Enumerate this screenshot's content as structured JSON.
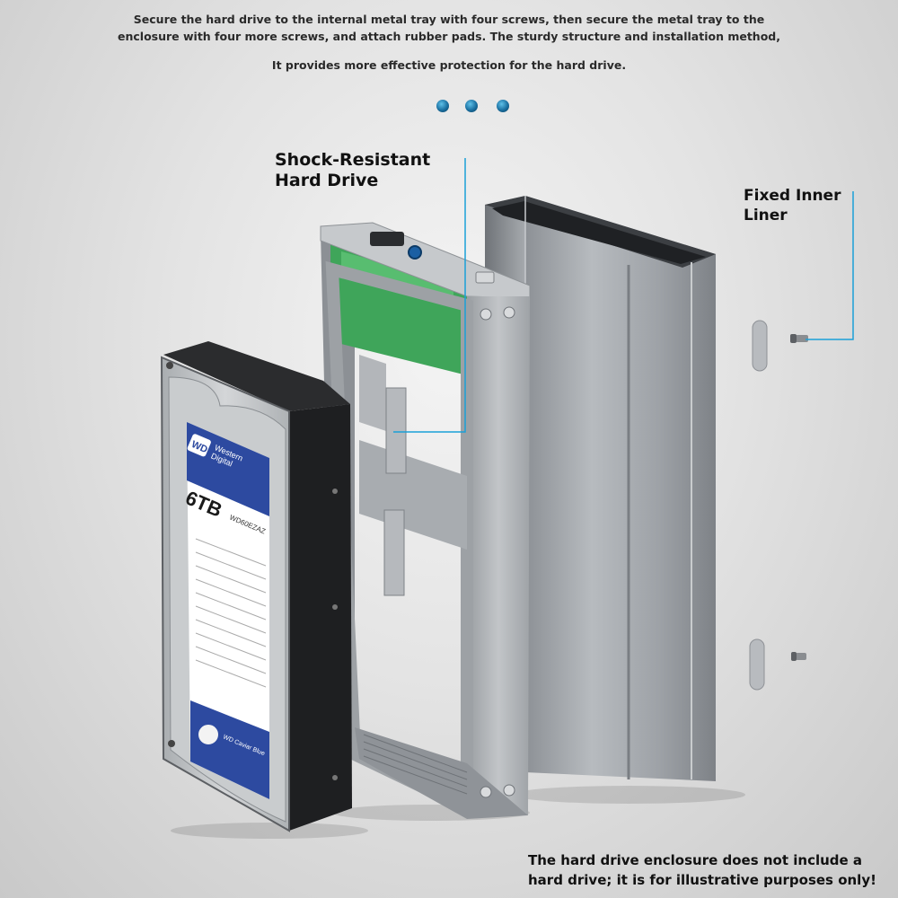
{
  "captions": {
    "line1": "Secure the hard drive to the internal metal tray with four screws, then secure the metal tray to the",
    "line2": "enclosure with four more screws, and attach rubber pads. The sturdy structure and installation method,",
    "line3": "It provides more effective protection for the hard drive."
  },
  "labels": {
    "shock_resistant_1": "Shock-Resistant",
    "shock_resistant_2": "Hard Drive",
    "fixed_liner_1": "Fixed Inner",
    "fixed_liner_2": "Liner"
  },
  "hdd_label": {
    "brand_logo": "WD",
    "brand_name_1": "Western",
    "brand_name_2": "Digital",
    "capacity": "6TB",
    "model": "WD60EZAZ",
    "series": "WD Caviar Blue"
  },
  "footnote": {
    "line1": "The hard drive enclosure does not include a",
    "line2": "hard drive; it is for illustrative purposes only!"
  },
  "colors": {
    "accent_blue": "#1aa0d8",
    "wd_blue": "#2d4aa0",
    "pcb_green": "#3fa55a",
    "metal": "#9a9ea3"
  }
}
